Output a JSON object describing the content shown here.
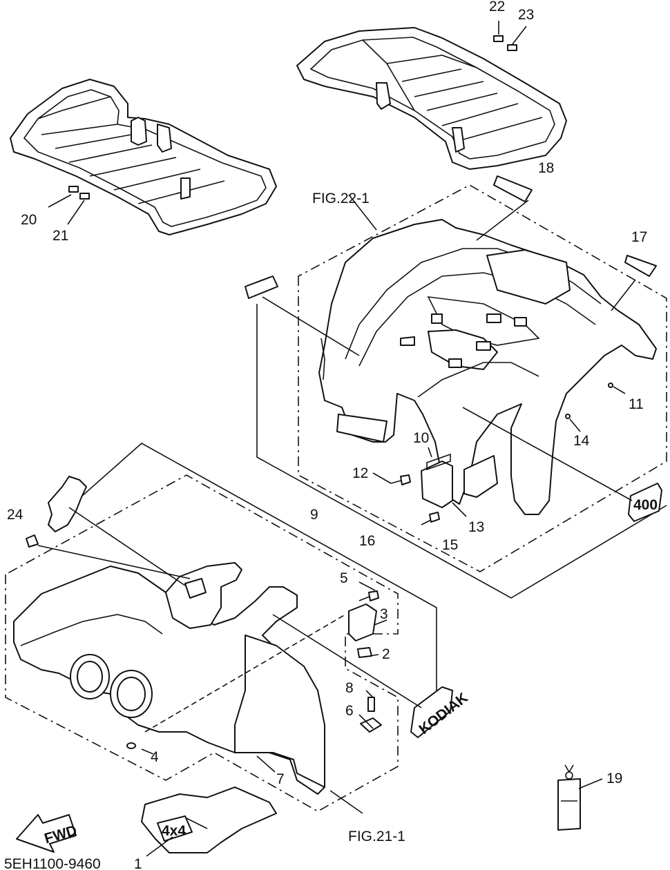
{
  "diagram": {
    "part_code": "5EH1100-9460",
    "fig_refs": {
      "rear_fender": "FIG.22-1",
      "front_fender": "FIG.21-1"
    },
    "fwd_arrow": "FWD",
    "emblem_400": "400",
    "emblem_kodiak": "KODIAK",
    "emblem_4x4": "4x4",
    "callouts": [
      {
        "id": "c1",
        "num": "1"
      },
      {
        "id": "c2",
        "num": "2"
      },
      {
        "id": "c3",
        "num": "3"
      },
      {
        "id": "c4",
        "num": "4"
      },
      {
        "id": "c5",
        "num": "5"
      },
      {
        "id": "c6",
        "num": "6"
      },
      {
        "id": "c7",
        "num": "7"
      },
      {
        "id": "c8",
        "num": "8"
      },
      {
        "id": "c9",
        "num": "9"
      },
      {
        "id": "c10",
        "num": "10"
      },
      {
        "id": "c11",
        "num": "11"
      },
      {
        "id": "c12",
        "num": "12"
      },
      {
        "id": "c13",
        "num": "13"
      },
      {
        "id": "c14",
        "num": "14"
      },
      {
        "id": "c15",
        "num": "15"
      },
      {
        "id": "c16",
        "num": "16"
      },
      {
        "id": "c17",
        "num": "17"
      },
      {
        "id": "c18",
        "num": "18"
      },
      {
        "id": "c19",
        "num": "19"
      },
      {
        "id": "c20",
        "num": "20"
      },
      {
        "id": "c21",
        "num": "21"
      },
      {
        "id": "c22",
        "num": "22"
      },
      {
        "id": "c23",
        "num": "23"
      },
      {
        "id": "c24",
        "num": "24"
      }
    ]
  }
}
